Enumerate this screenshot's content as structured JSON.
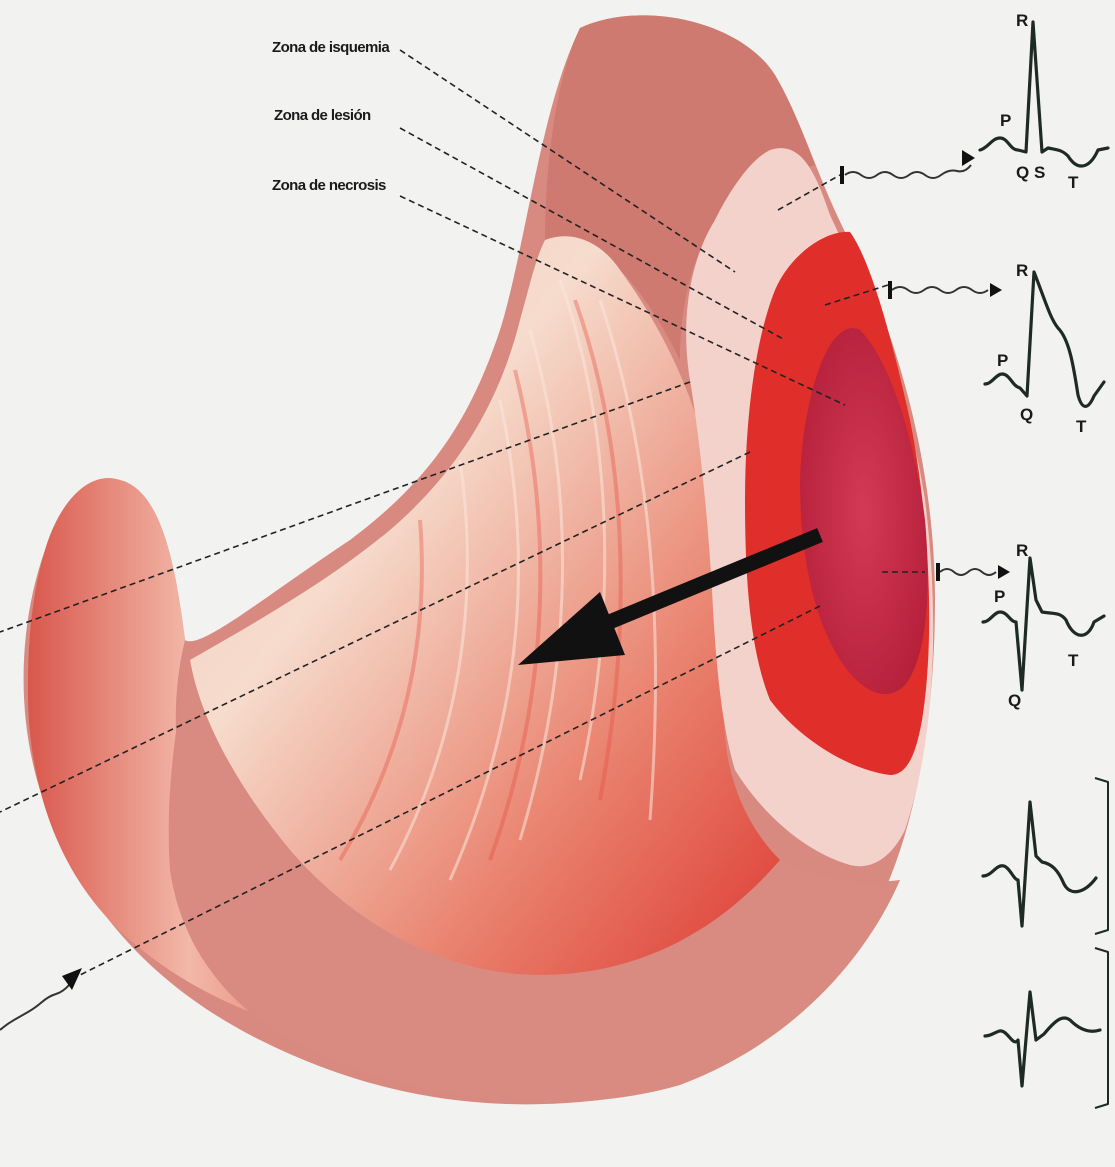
{
  "labels": {
    "isquemia": "Zona de isquemia",
    "lesion": "Zona de lesión",
    "necrosis": "Zona de necrosis"
  },
  "ecg_letters": {
    "ischemia": {
      "R": "R",
      "P": "P",
      "Q": "Q",
      "S": "S",
      "T": "T"
    },
    "injury": {
      "R": "R",
      "P": "P",
      "Q": "Q",
      "T": "T"
    },
    "necrosis": {
      "R": "R",
      "P": "P",
      "Q": "Q",
      "T": "T"
    }
  },
  "colors": {
    "background": "#f2f2f1",
    "muscle_outer": "#d88a80",
    "ischemia_band": "#f3d2cc",
    "injury_zone": "#e02f2a",
    "necrosis_zone": "#c2243f",
    "arrow": "#111111"
  }
}
